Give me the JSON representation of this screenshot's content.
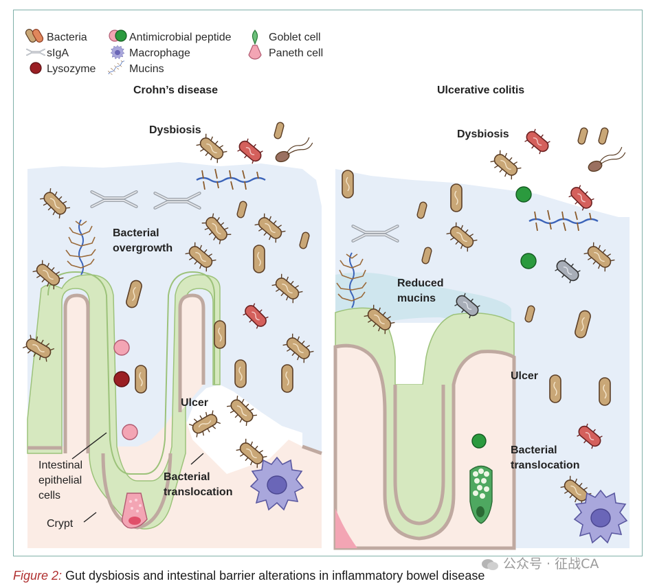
{
  "legend": {
    "bacteria": "Bacteria",
    "siga": "sIgA",
    "lysozyme": "Lysozyme",
    "antimicrobial_peptide": "Antimicrobial peptide",
    "macrophage": "Macrophage",
    "mucins": "Mucins",
    "goblet_cell": "Goblet cell",
    "paneth_cell": "Paneth cell"
  },
  "crohns": {
    "title": "Crohn’s disease",
    "dysbiosis": "Dysbiosis",
    "overgrowth_line1": "Bacterial",
    "overgrowth_line2": "overgrowth",
    "ulcer": "Ulcer",
    "translocation_line1": "Bacterial",
    "translocation_line2": "translocation",
    "epithelial_line1": "Intestinal",
    "epithelial_line2": "epithelial",
    "epithelial_line3": "cells",
    "crypt": "Crypt"
  },
  "uc": {
    "title": "Ulcerative colitis",
    "dysbiosis": "Dysbiosis",
    "reduced_line1": "Reduced",
    "reduced_line2": "mucins",
    "ulcer": "Ulcer",
    "translocation_line1": "Bacterial",
    "translocation_line2": "translocation"
  },
  "caption": {
    "figure_label": "Figure 2:",
    "text": " Gut dysbiosis and intestinal barrier alterations in inflammatory bowel disease"
  },
  "watermark": {
    "text": "公众号 · 征战CA"
  },
  "colors": {
    "lumen": "#e6eef8",
    "mucus": "#d4e8f0",
    "epithelium": "#d6e8bf",
    "tissue": "#fbece5",
    "bacteria_brown": "#c9a777",
    "bacteria_red": "#c9514f",
    "paneth": "#f3a5b4",
    "macrophage": "#8f8fd0",
    "goblet": "#4ea860",
    "frame": "#7fb0a8"
  }
}
